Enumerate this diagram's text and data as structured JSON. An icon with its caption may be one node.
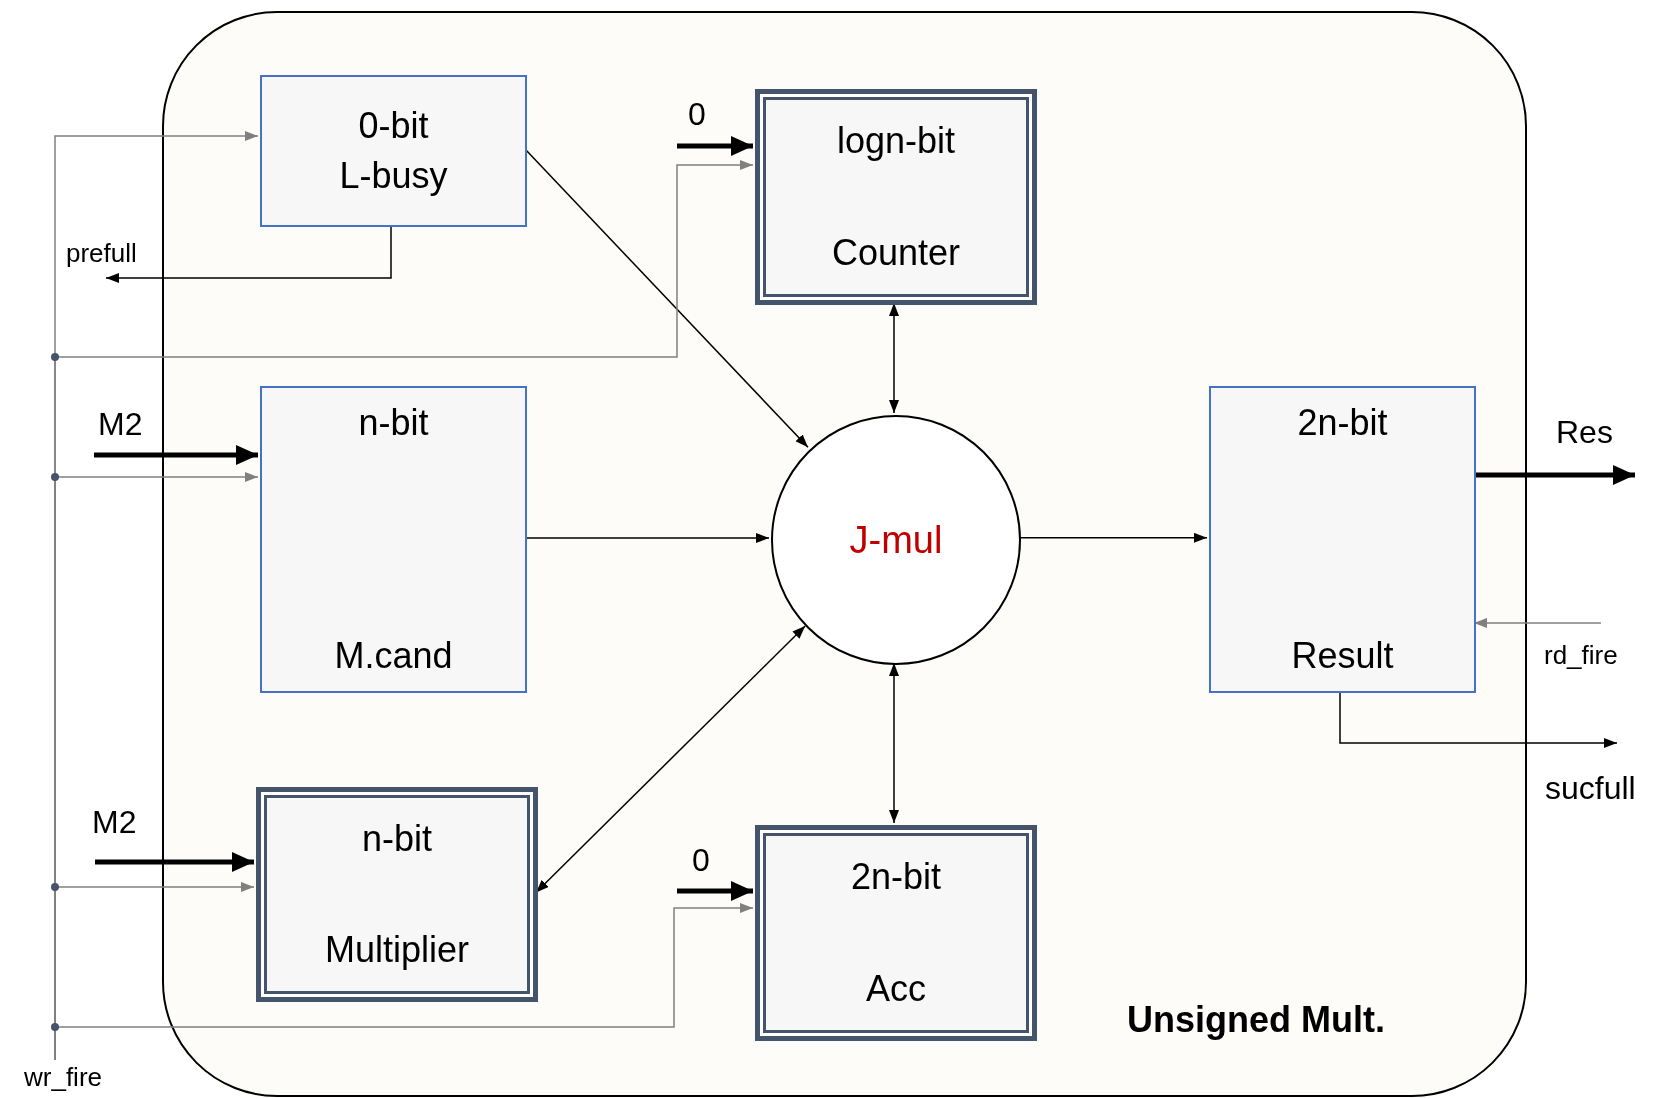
{
  "diagram": {
    "nodes": [
      {
        "text": [
          "Unsigned Mult."
        ]
      },
      {
        "text": [
          "0-bit",
          "L-busy"
        ],
        "in": 0
      },
      {
        "text": [
          "logn-bit",
          "Counter"
        ],
        "in": 0
      },
      {
        "text": [
          "n-bit",
          "M.cand"
        ],
        "in": 0
      },
      {
        "text": [
          "J-mul"
        ],
        "in": 0
      },
      {
        "text": [
          "2n-bit",
          "Result"
        ],
        "in": 0
      },
      {
        "text": [
          "n-bit",
          "Multiplier"
        ],
        "in": 0
      },
      {
        "text": [
          "2n-bit",
          "Acc"
        ],
        "in": 0
      },
      {
        "text": [
          "wr_fire"
        ]
      }
    ],
    "edges": [
      {
        "from": 1,
        "to": 4,
        "arrow": "to"
      },
      {
        "from": 2,
        "to": 4,
        "arrow": "both"
      },
      {
        "from": 3,
        "to": 4,
        "arrow": "to"
      },
      {
        "from": 6,
        "to": 4,
        "arrow": "both"
      },
      {
        "from": 7,
        "to": 4,
        "arrow": "both"
      },
      {
        "from": 4,
        "to": 5,
        "arrow": "to"
      },
      {
        "from": 5,
        "to": null,
        "arrow": "to",
        "label": "Res",
        "style": "thick"
      },
      {
        "from": null,
        "to": 5,
        "arrow": "to",
        "label": "rd_fire",
        "color": "#808080"
      },
      {
        "from": 5,
        "to": null,
        "arrow": "to",
        "label": "sucfull"
      },
      {
        "from": 1,
        "to": null,
        "arrow": "to",
        "label": "prefull"
      },
      {
        "from": null,
        "to": 2,
        "arrow": "to",
        "label": "0",
        "style": "thick"
      },
      {
        "from": null,
        "to": 3,
        "arrow": "to",
        "label": "M2",
        "style": "thick"
      },
      {
        "from": null,
        "to": 6,
        "arrow": "to",
        "label": "M2",
        "style": "thick"
      },
      {
        "from": null,
        "to": 7,
        "arrow": "to",
        "label": "0",
        "style": "thick"
      },
      {
        "from": 8,
        "to": 1,
        "arrow": "to",
        "color": "#808080"
      },
      {
        "from": 8,
        "to": 2,
        "arrow": "to",
        "color": "#808080"
      },
      {
        "from": 8,
        "to": 3,
        "arrow": "to",
        "color": "#808080"
      },
      {
        "from": 8,
        "to": 6,
        "arrow": "to",
        "color": "#808080"
      },
      {
        "from": 8,
        "to": 7,
        "arrow": "to",
        "color": "#808080"
      }
    ]
  }
}
